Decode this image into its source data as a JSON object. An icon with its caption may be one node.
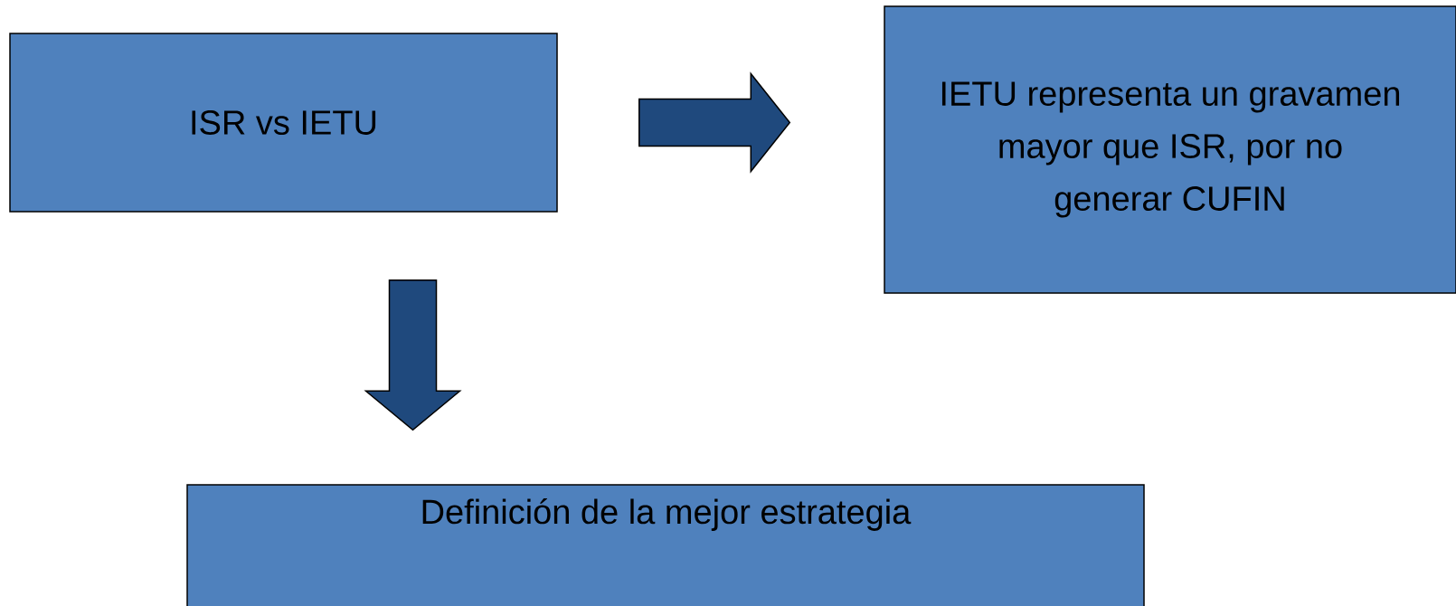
{
  "diagram": {
    "nodes": [
      {
        "text": [
          "ISR vs IETU"
        ]
      },
      {
        "text": [
          "IETU representa un gravamen mayor que ISR, por no generar CUFIN"
        ]
      },
      {
        "text": [
          "Definición de la mejor estrategia"
        ]
      }
    ],
    "edges": [
      {
        "from": 0,
        "to": 1,
        "arrow": "to"
      },
      {
        "from": 0,
        "to": 2,
        "arrow": "to"
      }
    ]
  }
}
